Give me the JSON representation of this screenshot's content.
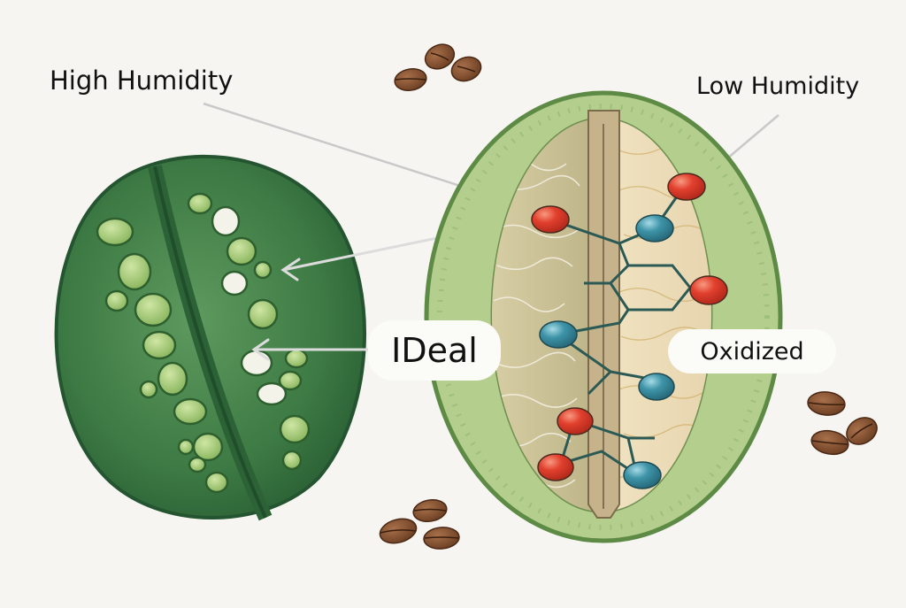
{
  "labels": {
    "high_humidity": "High Humidity",
    "low_humidity": "Low Humidity",
    "ideal": "IDeal",
    "oxidized": "Oxidized"
  },
  "colors": {
    "background": "#f6f5f2",
    "green_bean_dark": "#2f6b3a",
    "green_bean_body": "#3f7d47",
    "green_bean_cells": "#9cc46e",
    "cross_section_rim": "#b7d08f",
    "cross_section_outline": "#5d8a45",
    "cross_section_inner_left": "#c9bf95",
    "cross_section_inner_right": "#ecdcb8",
    "molecule_red": "#e2402e",
    "molecule_blue": "#3f94a8",
    "molecule_bond": "#2b5a55",
    "coffee_bean": "#7a4a2c"
  }
}
